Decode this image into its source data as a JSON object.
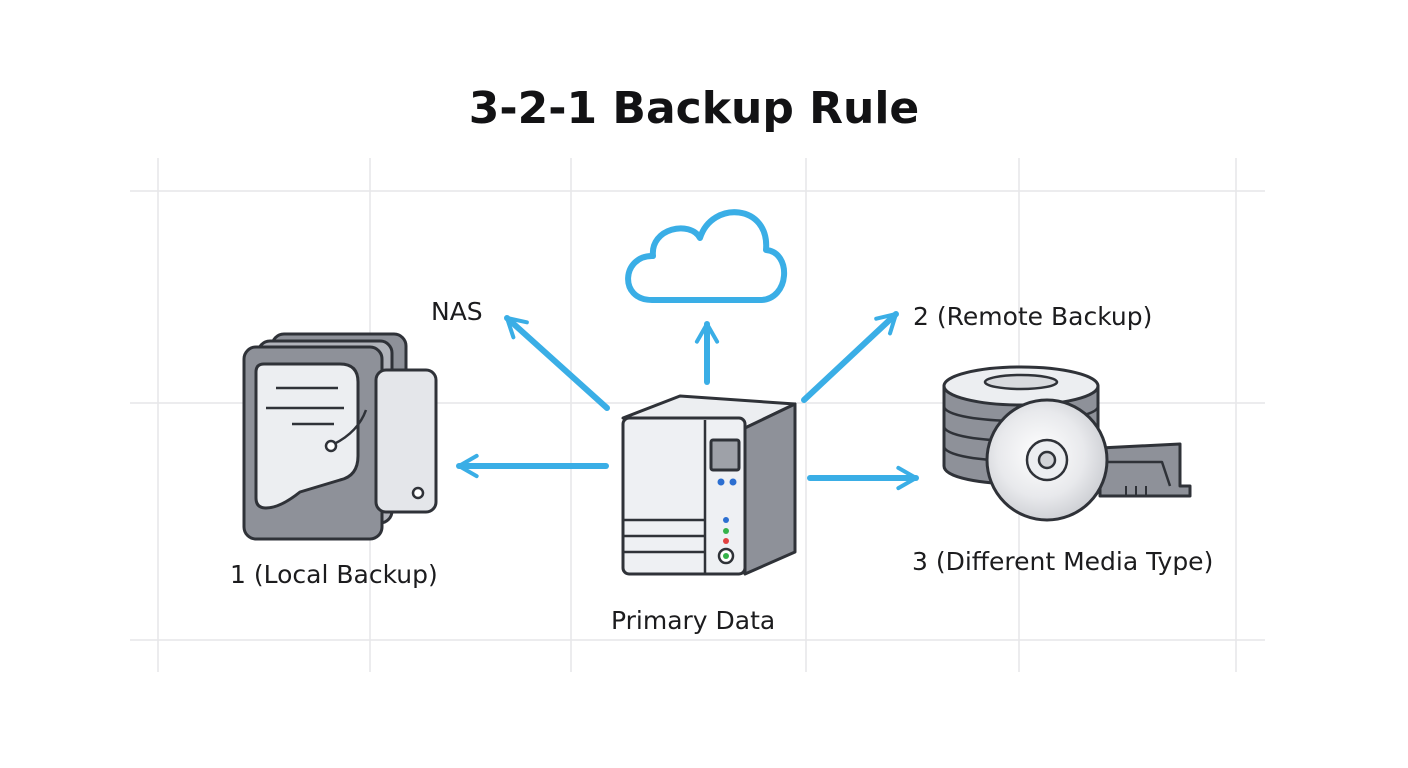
{
  "title": "3-2-1 Backup Rule",
  "labels": {
    "nas": "NAS",
    "remote": "2 (Remote Backup)",
    "local": "1 (Local Backup)",
    "media": "3 (Different Media Type)",
    "primary": "Primary Data"
  },
  "colors": {
    "arrow": "#3aaee6",
    "outline": "#2f3238",
    "grid": "#e6e6e9",
    "device_light": "#eceef1",
    "device_mid": "#b9bcc3",
    "device_dark": "#8e9199",
    "led_blue": "#2c6fd1",
    "led_green": "#35b24a",
    "led_red": "#e14141"
  },
  "icons": [
    "cloud-icon",
    "nas-server-icon",
    "local-drives-icon",
    "disk-media-icon"
  ]
}
